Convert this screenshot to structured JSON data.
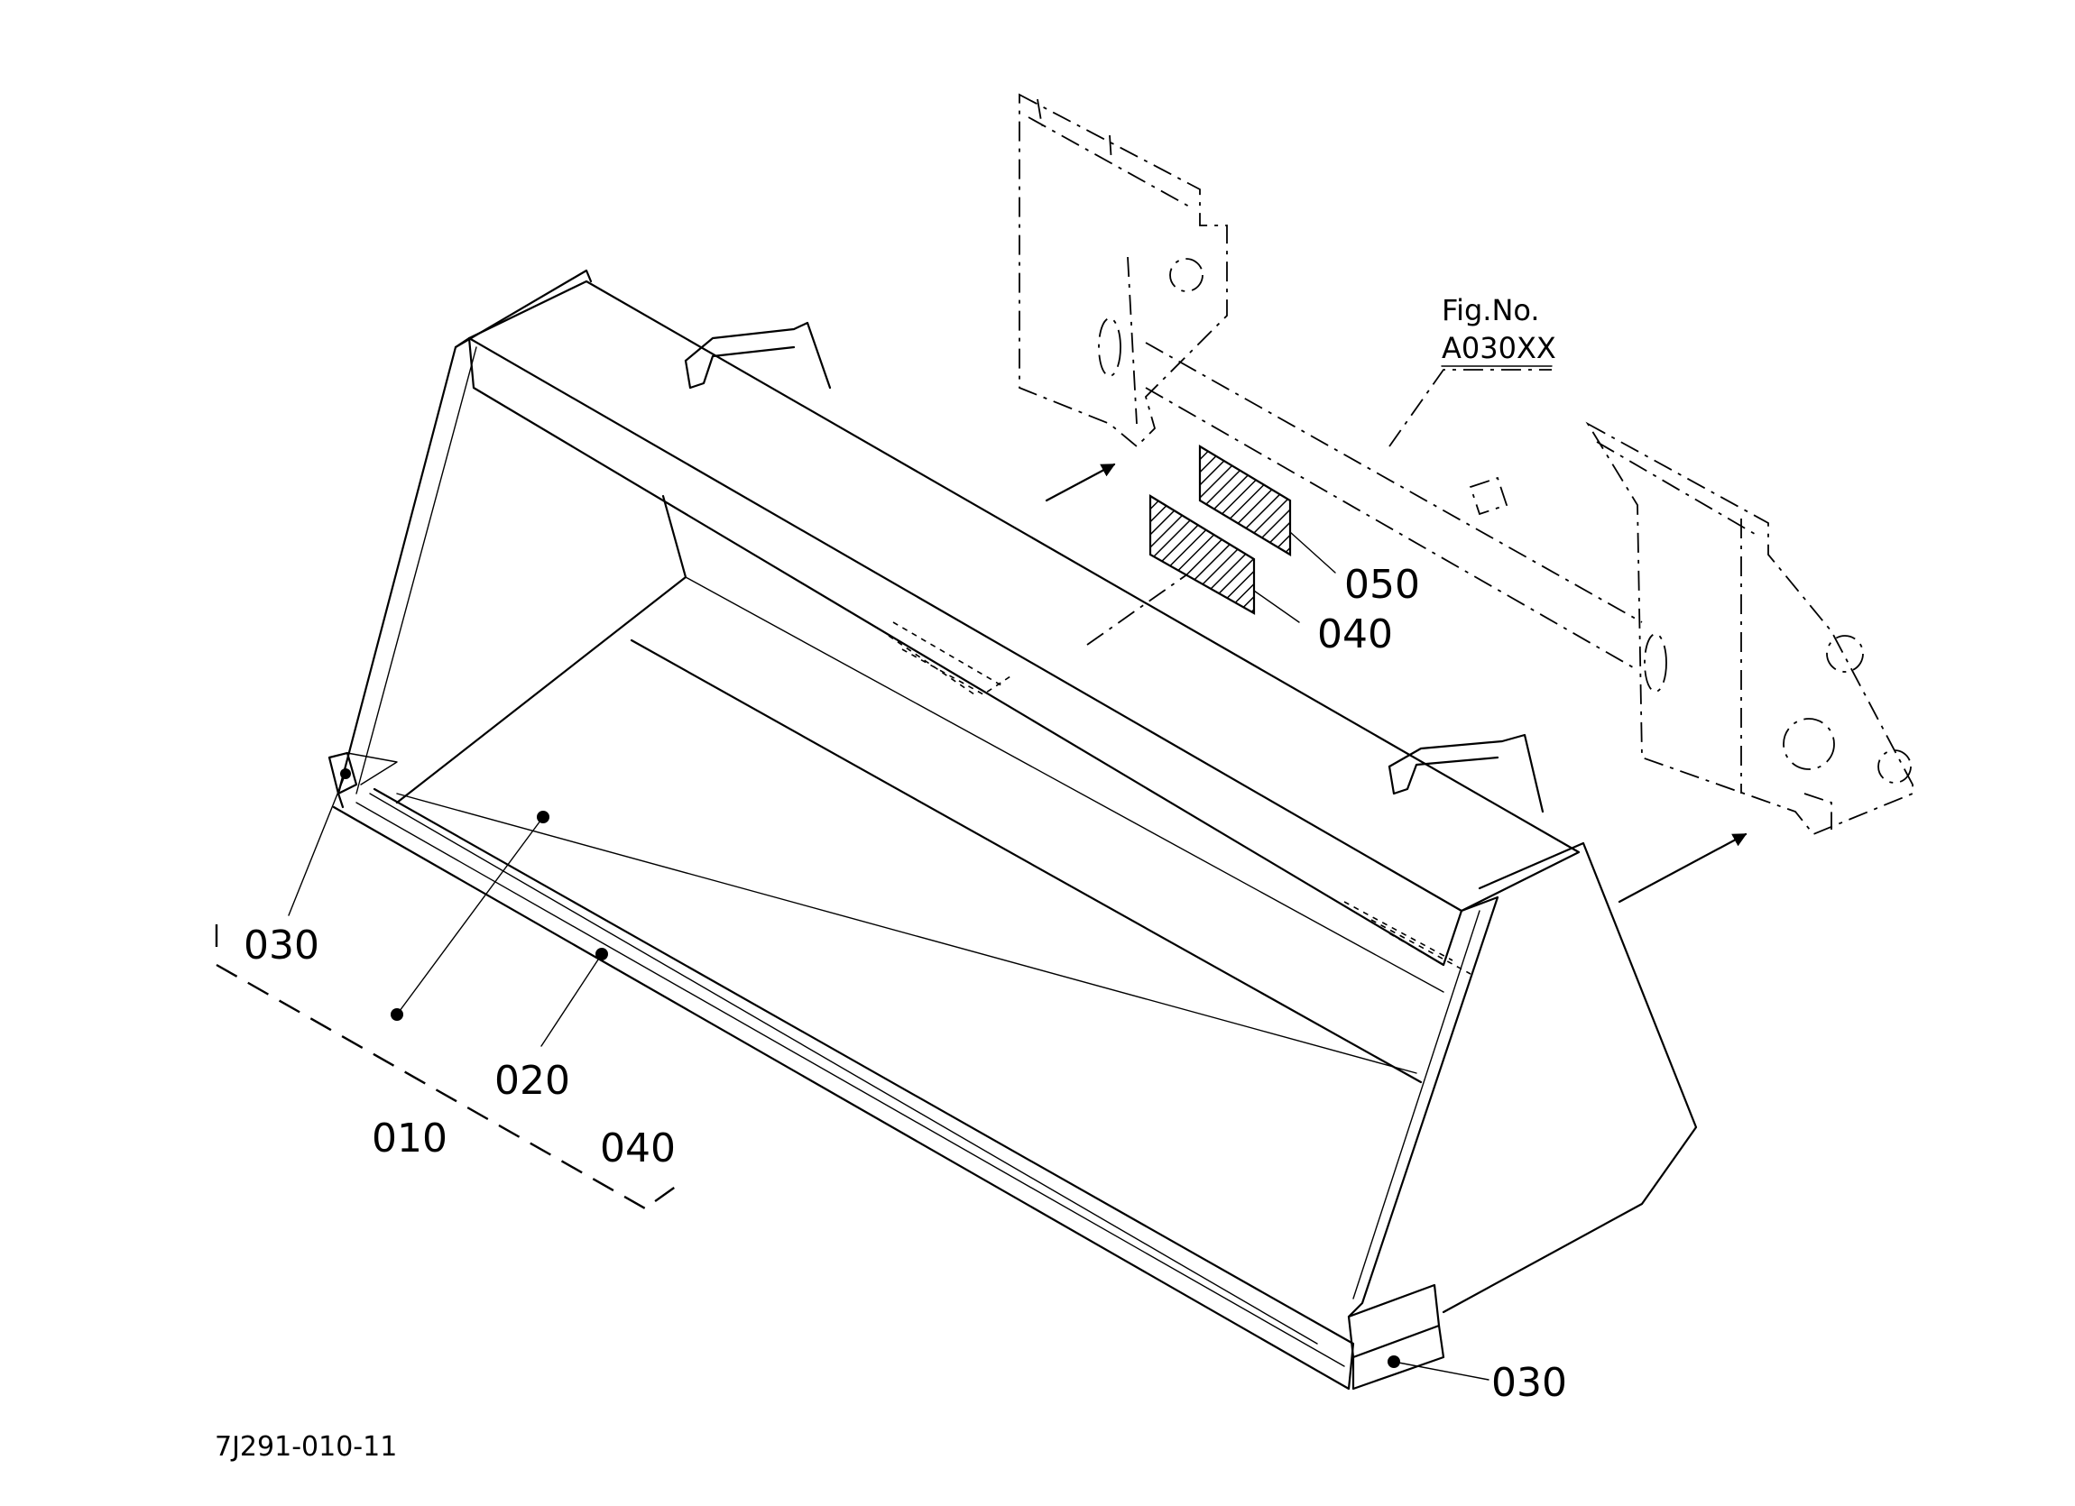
{
  "labels": {
    "fig_ref_line1": "Fig.No.",
    "fig_ref_line2": "A030XX",
    "part_050": "050",
    "part_040_decal": "040",
    "part_030_left": "030",
    "part_030_right": "030",
    "part_020": "020",
    "part_010": "010",
    "part_040_group": "040",
    "drawing_code": "7J291-010-11"
  }
}
